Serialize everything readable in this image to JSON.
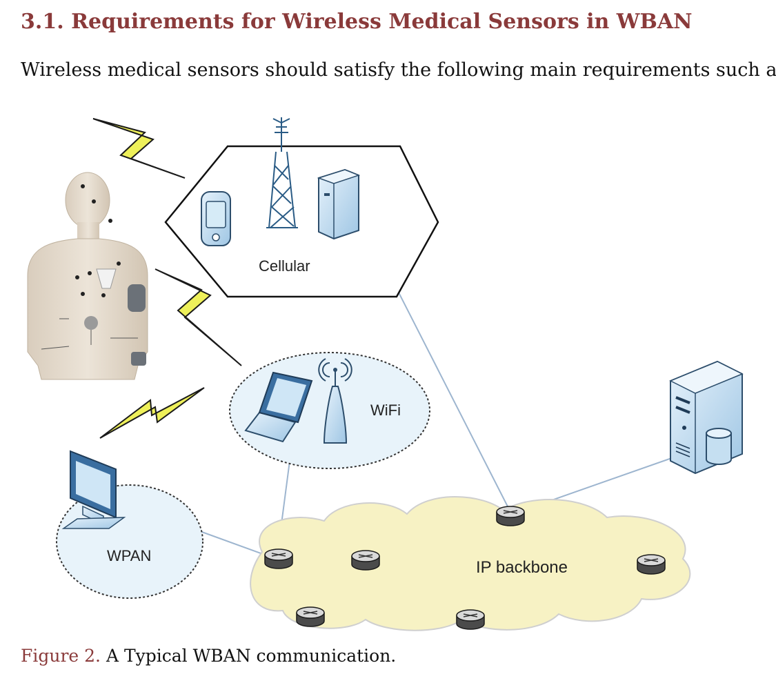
{
  "section": {
    "heading": "3.1. Requirements for Wireless Medical Sensors in WBAN",
    "intro": "Wireless medical sensors should satisfy the following main requirements such as"
  },
  "figure": {
    "labels": {
      "cellular": "Cellular",
      "wifi": "WiFi",
      "wpan": "WPAN",
      "ip_backbone": "IP backbone"
    },
    "icons": [
      "human-body-sensors-icon",
      "lightning-bolt-icon",
      "phone-icon",
      "cell-tower-icon",
      "server-rack-icon",
      "laptop-icon",
      "wifi-router-icon",
      "monitor-icon",
      "router-icon",
      "server-with-database-icon"
    ],
    "colors": {
      "cloud_fill": "#f7f2c4",
      "bubble_fill": "#e8f3fa",
      "lightning": "#eef05a",
      "link_line": "#9db5cf",
      "device_blue": "#b9d8ee"
    }
  },
  "caption": {
    "label": "Figure 2.",
    "text": " A Typical WBAN communication."
  }
}
